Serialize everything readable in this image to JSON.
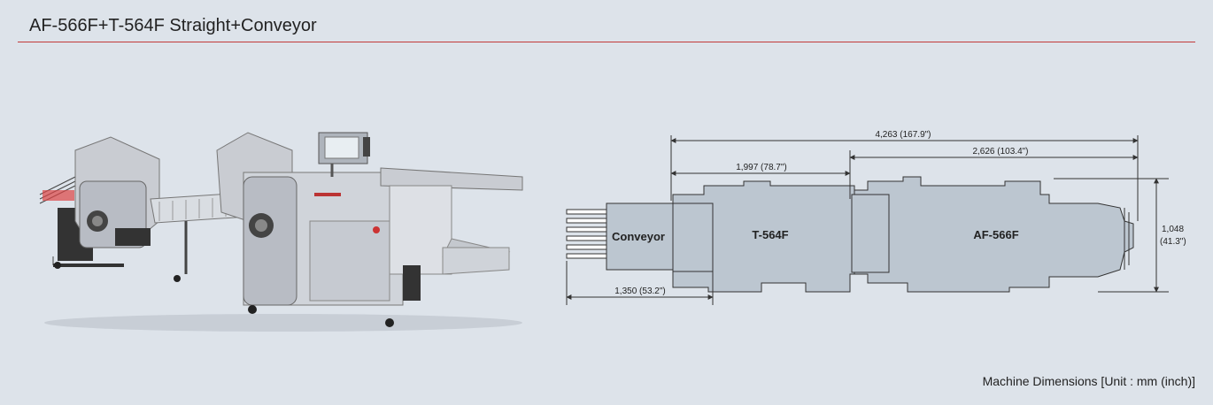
{
  "title": "AF-566F+T-564F Straight+Conveyor",
  "photo": {
    "description_icon": "folding-machine-photo"
  },
  "diagram": {
    "dim_total": "4,263 (167.9\")",
    "dim_af": "2,626 (103.4\")",
    "dim_t": "1,997 (78.7\")",
    "dim_conveyor": "1,350 (53.2\")",
    "height_mm": "1,048",
    "height_in": "(41.3\")",
    "label_conveyor": "Conveyor",
    "label_t": "T-564F",
    "label_af": "AF-566F"
  },
  "caption": "Machine Dimensions [Unit : mm (inch)]",
  "colors": {
    "accent_rule": "#c23a3a",
    "body_fill": "#bcc6d0",
    "background": "#dde3ea"
  }
}
